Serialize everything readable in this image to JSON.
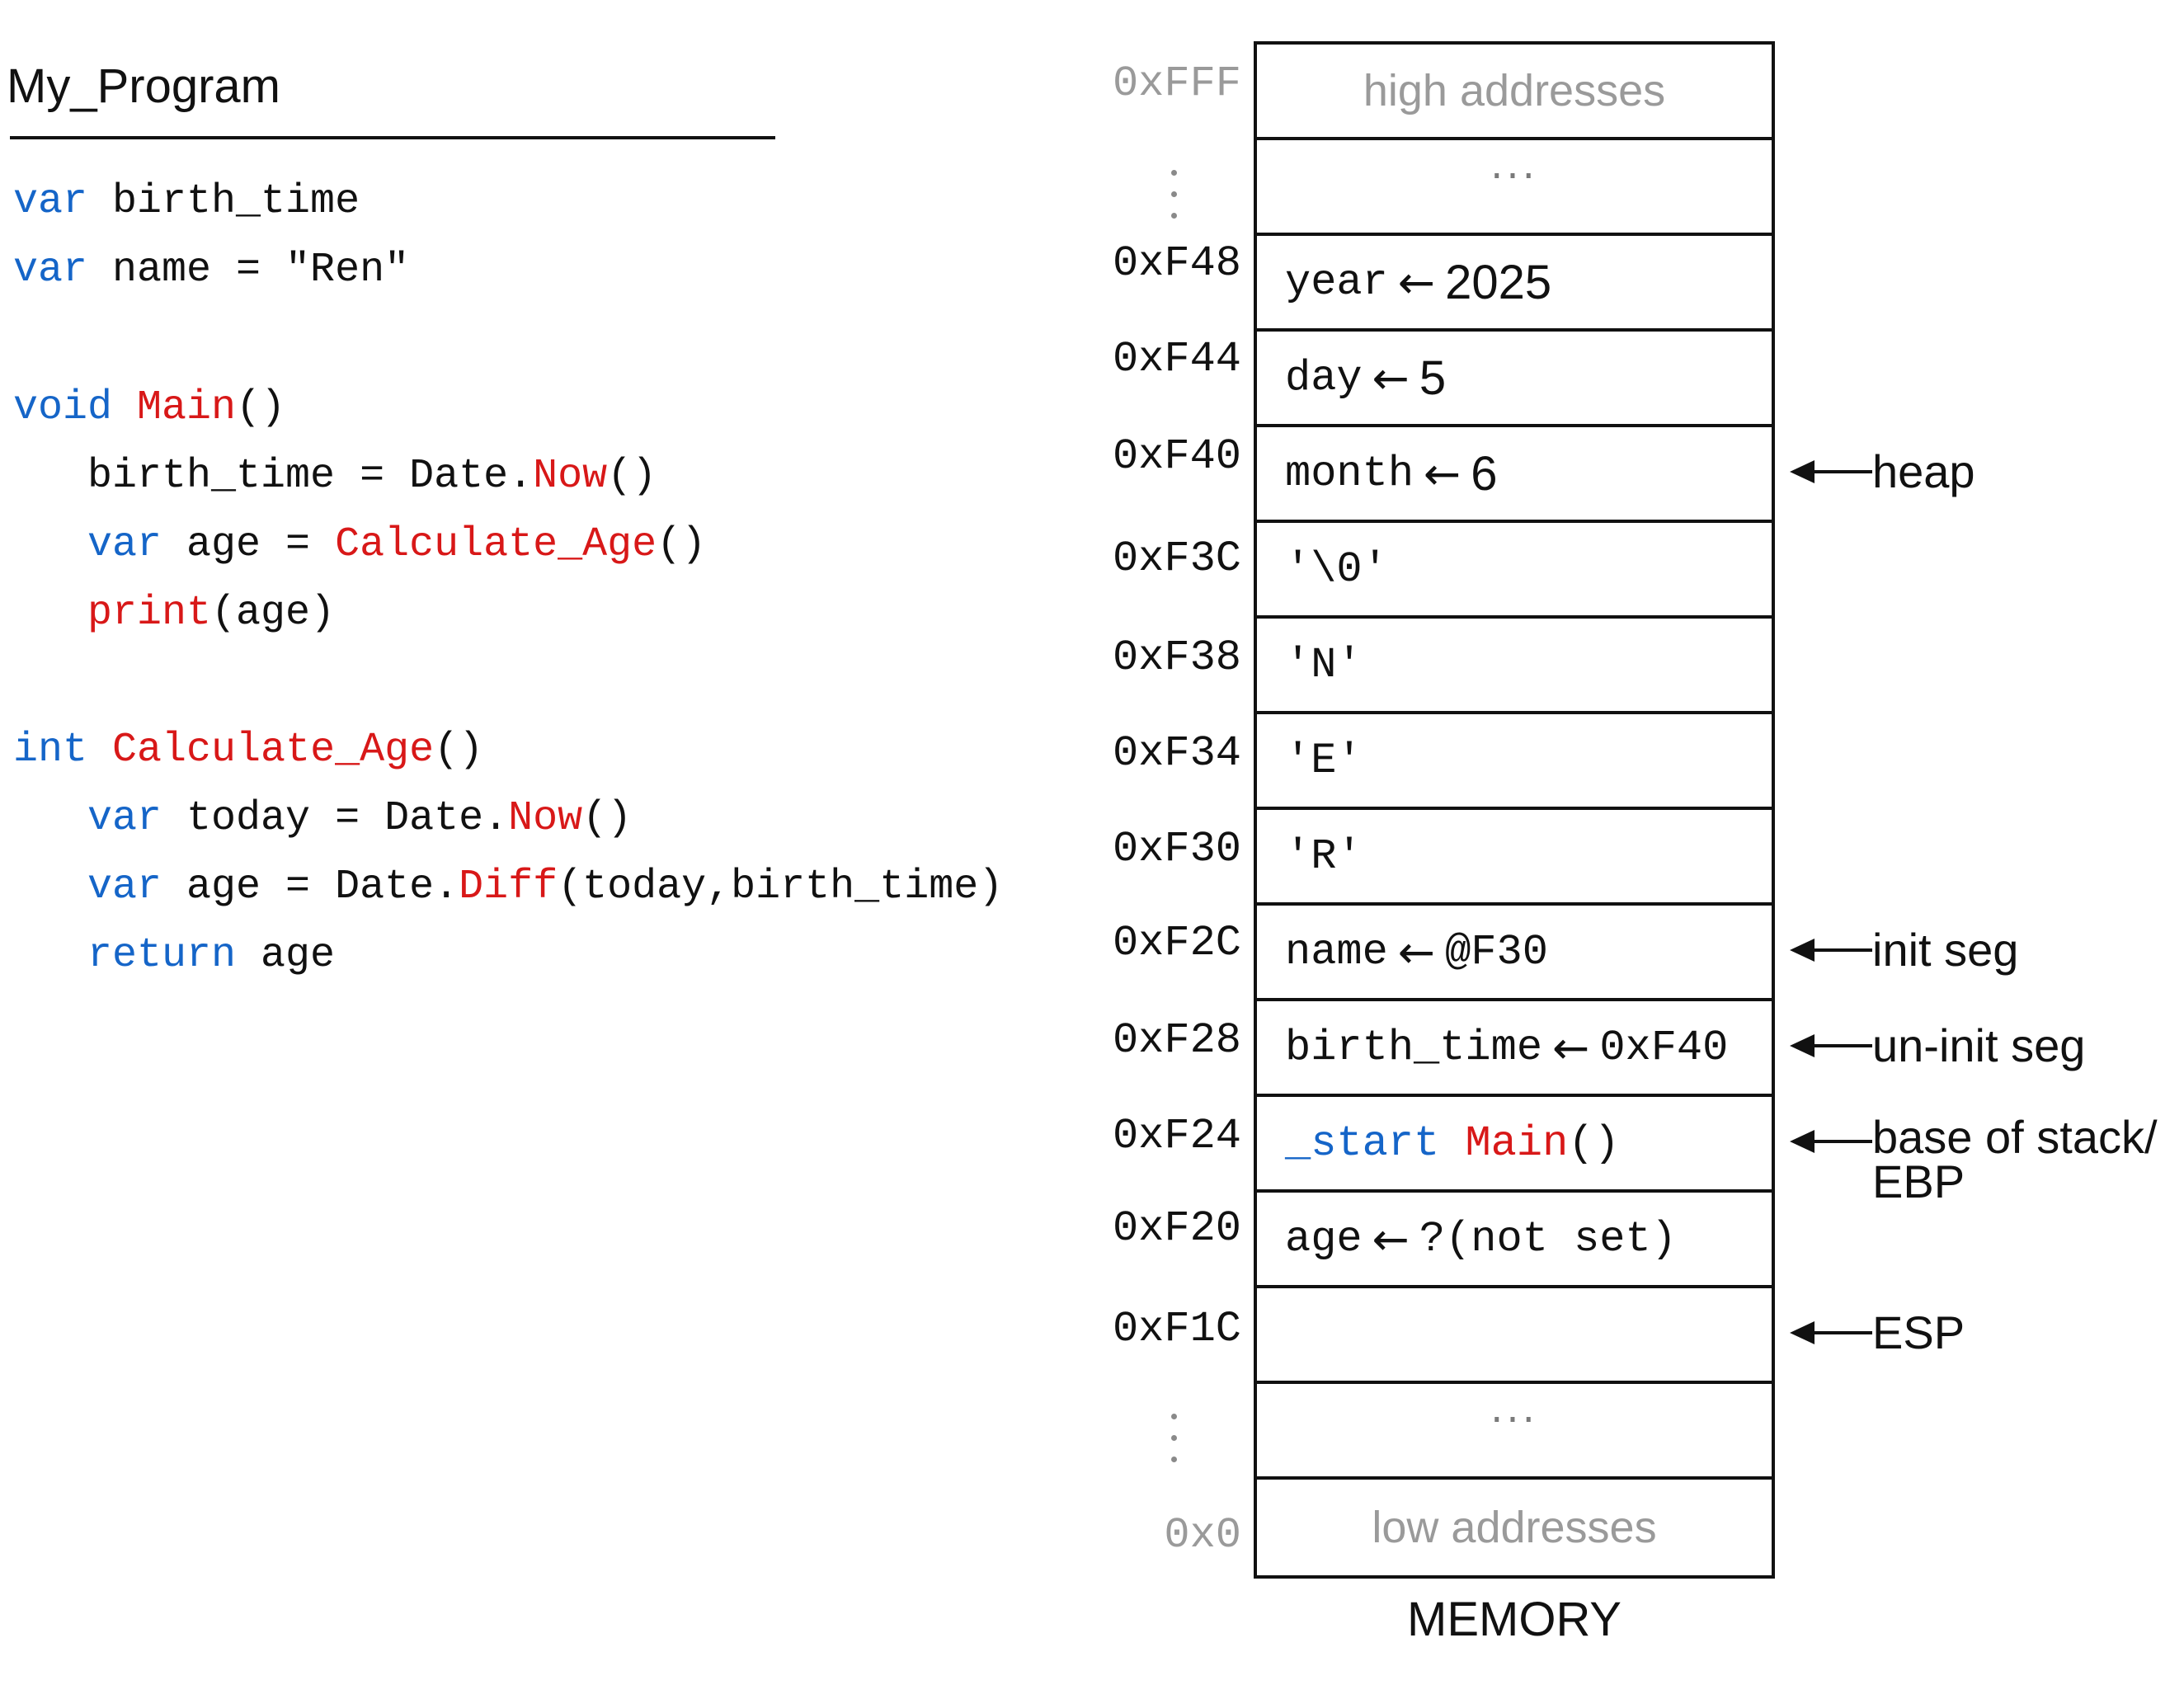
{
  "program": {
    "title": "My_Program",
    "lines": [
      [
        {
          "t": "var",
          "k": "kw"
        },
        {
          "t": " birth_time",
          "k": "plain"
        }
      ],
      [
        {
          "t": "var",
          "k": "kw"
        },
        {
          "t": " name = \"Ren\"",
          "k": "plain"
        }
      ],
      [],
      [
        {
          "t": "void",
          "k": "kw"
        },
        {
          "t": " ",
          "k": "plain"
        },
        {
          "t": "Main",
          "k": "fn"
        },
        {
          "t": "()",
          "k": "plain"
        }
      ],
      [
        {
          "t": "   birth_time = Date.",
          "k": "plain"
        },
        {
          "t": "Now",
          "k": "fn"
        },
        {
          "t": "()",
          "k": "plain"
        }
      ],
      [
        {
          "t": "   ",
          "k": "plain"
        },
        {
          "t": "var",
          "k": "kw"
        },
        {
          "t": " age = ",
          "k": "plain"
        },
        {
          "t": "Calculate_Age",
          "k": "fn"
        },
        {
          "t": "()",
          "k": "plain"
        }
      ],
      [
        {
          "t": "   ",
          "k": "plain"
        },
        {
          "t": "print",
          "k": "fn"
        },
        {
          "t": "(age)",
          "k": "plain"
        }
      ],
      [],
      [
        {
          "t": "int",
          "k": "kw"
        },
        {
          "t": " ",
          "k": "plain"
        },
        {
          "t": "Calculate_Age",
          "k": "fn"
        },
        {
          "t": "()",
          "k": "plain"
        }
      ],
      [
        {
          "t": "   ",
          "k": "plain"
        },
        {
          "t": "var",
          "k": "kw"
        },
        {
          "t": " today = Date.",
          "k": "plain"
        },
        {
          "t": "Now",
          "k": "fn"
        },
        {
          "t": "()",
          "k": "plain"
        }
      ],
      [
        {
          "t": "   ",
          "k": "plain"
        },
        {
          "t": "var",
          "k": "kw"
        },
        {
          "t": " age = Date.",
          "k": "plain"
        },
        {
          "t": "Diff",
          "k": "fn"
        },
        {
          "t": "(today,birth_time)",
          "k": "plain"
        }
      ],
      [
        {
          "t": "   ",
          "k": "plain"
        },
        {
          "t": "return",
          "k": "kw"
        },
        {
          "t": " age",
          "k": "plain"
        }
      ]
    ]
  },
  "memory": {
    "caption": "MEMORY",
    "arrow_glyph": "←",
    "cells": [
      {
        "address": "0xFFF",
        "address_muted": true,
        "style": "muted",
        "text": "high addresses"
      },
      {
        "address": "",
        "vdots": true,
        "style": "dots",
        "text": "···"
      },
      {
        "address": "0xF48",
        "name": "year",
        "value": "2025"
      },
      {
        "address": "0xF44",
        "name": "day",
        "value": "5"
      },
      {
        "address": "0xF40",
        "name": "month",
        "value": "6",
        "pointer": "heap"
      },
      {
        "address": "0xF3C",
        "text": "'\\0'"
      },
      {
        "address": "0xF38",
        "text": "'N'"
      },
      {
        "address": "0xF34",
        "text": "'E'"
      },
      {
        "address": "0xF30",
        "text": "'R'"
      },
      {
        "address": "0xF2C",
        "name": "name",
        "value_mono": "@F30",
        "pointer": "init seg"
      },
      {
        "address": "0xF28",
        "name": "birth_time",
        "value_mono": "0xF40",
        "pointer": "un-init seg"
      },
      {
        "address": "0xF24",
        "start": "_start",
        "main": "Main",
        "paren": "()",
        "pointer": "base of stack/\nEBP"
      },
      {
        "address": "0xF20",
        "name": "age",
        "value_mono": "?(not set)"
      },
      {
        "address": "0xF1C",
        "text": "",
        "pointer": "ESP"
      },
      {
        "address": "",
        "vdots": true,
        "style": "dots",
        "text": "···"
      },
      {
        "address": "0x0",
        "address_muted": true,
        "style": "muted",
        "text": "low addresses"
      }
    ]
  },
  "colors": {
    "keyword": "#1565c8",
    "function": "#d81818",
    "muted": "#9a9a9a",
    "ink": "#111111"
  }
}
